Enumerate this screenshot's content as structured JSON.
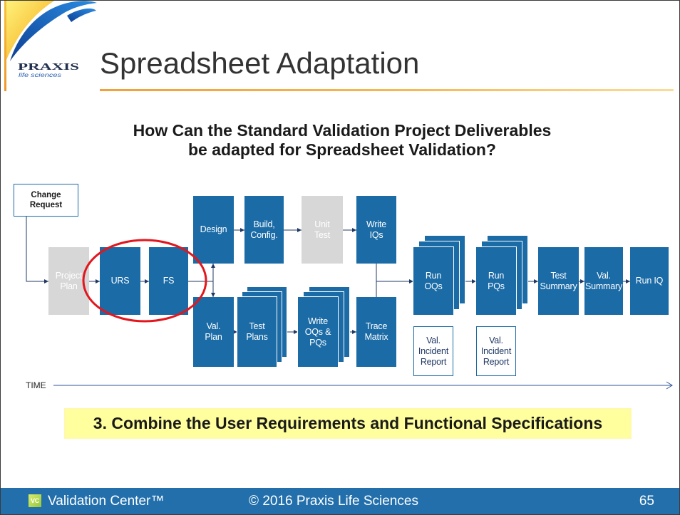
{
  "colors": {
    "box_blue": "#1b6ba6",
    "box_gray": "#d7d7d7",
    "ellipse_red": "#e3161d",
    "callout_yellow": "#ffff9e",
    "rule_orange": "#f2a03a",
    "footer_blue": "#226fab",
    "connector_navy": "#1f3864"
  },
  "logo": {
    "name": "PRAXIS",
    "tagline": "life sciences"
  },
  "title": "Spreadsheet Adaptation",
  "question": {
    "line1": "How Can the Standard Validation Project Deliverables",
    "line2": "be adapted for Spreadsheet Validation?"
  },
  "diagram": {
    "change_request": "Change\nRequest",
    "project_plan": "Project\nPlan",
    "urs": "URS",
    "fs": "FS",
    "design": "Design",
    "build_config": "Build,\nConfig.",
    "unit_test": "Unit\nTest",
    "write_iqs": "Write\nIQs",
    "val_plan": "Val.\nPlan",
    "test_plans": "Test\nPlans",
    "write_oqs_pqs": "Write\nOQs &\nPQs",
    "trace_matrix": "Trace\nMatrix",
    "run_oqs": "Run\nOQs",
    "run_pqs": "Run\nPQs",
    "test_summary": "Test\nSummary",
    "val_summary": "Val.\nSummary",
    "run_iq": "Run IQ",
    "incident_report_oq": "Val.\nIncident\nReport",
    "incident_report_pq": "Val.\nIncident\nReport",
    "time_axis_label": "TIME"
  },
  "callout": "3. Combine the User Requirements and Functional Specifications",
  "footer": {
    "badge": "VC",
    "brand": "Validation Center™",
    "copyright": "© 2016 Praxis Life Sciences",
    "page_number": "65"
  }
}
